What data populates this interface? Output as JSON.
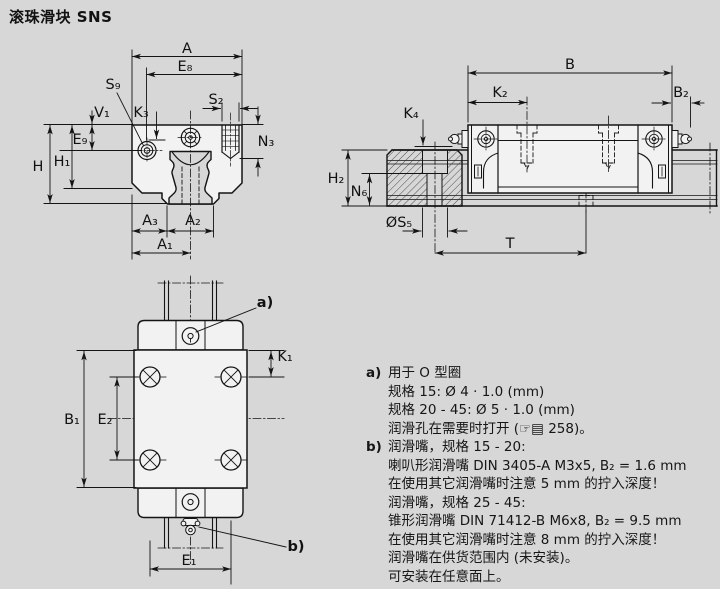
{
  "title": "滚珠滑块 SNS",
  "colors": {
    "background": "#d7d7d7",
    "line": "#141414",
    "part_fill": "#f2f2f2"
  },
  "dims": {
    "a": "A",
    "e8": "E₈",
    "s9": "S₉",
    "k3": "K₃",
    "s2": "S₂",
    "v1": "V₁",
    "n3": "N₃",
    "e9": "E₉",
    "h": "H",
    "h1": "H₁",
    "a3": "A₃",
    "a2": "A₂",
    "a1": "A₁",
    "b": "B",
    "k2": "K₂",
    "b2": "B₂",
    "k4": "K₄",
    "h2": "H₂",
    "n6": "N₆",
    "s5": "ØS₅",
    "t": "T",
    "k1": "K₁",
    "e2": "E₂",
    "b1": "B₁",
    "e1": "E₁"
  },
  "refs": {
    "a": "a)",
    "b": "b)"
  },
  "notes": [
    {
      "tag": "a)",
      "text": "用于 O 型圈"
    },
    {
      "tag": "",
      "text": "规格 15: Ø 4 · 1.0 (mm)"
    },
    {
      "tag": "",
      "text": "规格 20 - 45: Ø 5 · 1.0 (mm)"
    },
    {
      "tag": "",
      "text": "润滑孔在需要时打开 (☞▤ 258)。"
    },
    {
      "tag": "b)",
      "text": "润滑嘴，规格 15 - 20:"
    },
    {
      "tag": "",
      "text": "喇叭形润滑嘴 DIN 3405-A M3x5, B₂ = 1.6 mm"
    },
    {
      "tag": "",
      "text": "在使用其它润滑嘴时注意 5 mm 的拧入深度！"
    },
    {
      "tag": "",
      "text": "润滑嘴，规格 25 - 45:"
    },
    {
      "tag": "",
      "text": "锥形润滑嘴 DIN 71412-B M6x8, B₂ = 9.5 mm"
    },
    {
      "tag": "",
      "text": "在使用其它润滑嘴时注意 8 mm 的拧入深度！"
    },
    {
      "tag": "",
      "text": "润滑嘴在供货范围内 (未安装)。"
    },
    {
      "tag": "",
      "text": "可安装在任意面上。"
    }
  ]
}
